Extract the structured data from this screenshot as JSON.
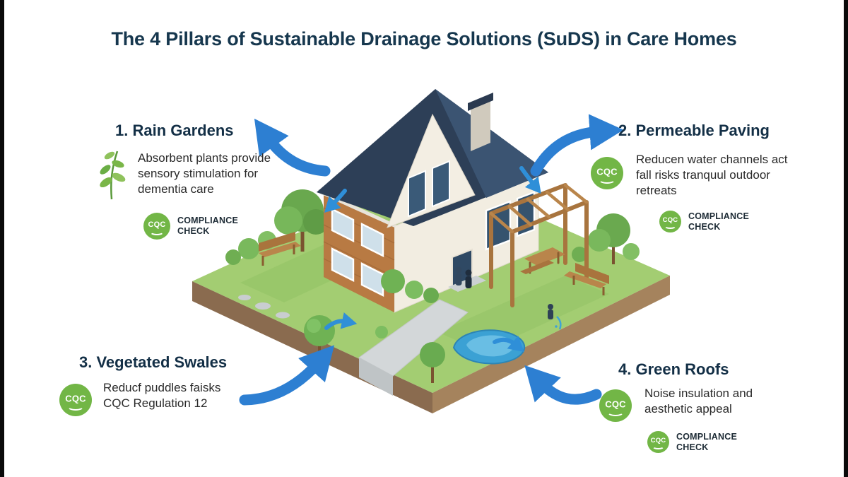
{
  "title": "The 4 Pillars of Sustainable Drainage Solutions (SuDS) in Care Homes",
  "badge": {
    "label": "CQC",
    "compliance_line1": "COMPLIANCE",
    "compliance_line2": "CHECK"
  },
  "pillars": [
    {
      "heading": "1. Rain Gardens",
      "description": "Absorbent plants provide sensory stimulation for dementia care"
    },
    {
      "heading": "2. Permeable Paving",
      "description": "Reducen water channels act fall risks tranquul outdoor retreats"
    },
    {
      "heading": "3. Vegetated Swales",
      "description": "Reducf puddles faisks CQC Regulation 12"
    },
    {
      "heading": "4. Green Roofs",
      "description": "Noise insulation and aesthetic appeal"
    }
  ],
  "icons": {
    "pillar1_icon": "leaf-sprig-icon",
    "badge_icon": "cqc-smile-badge"
  },
  "colors": {
    "title": "#16374e",
    "arrow_blue": "#2d7fd2",
    "badge_green": "#72b646",
    "roof_navy": "#2d3f57",
    "grass_green": "#a3cd72",
    "wood_brown": "#b87a43",
    "pond_blue": "#3ba1d4"
  }
}
